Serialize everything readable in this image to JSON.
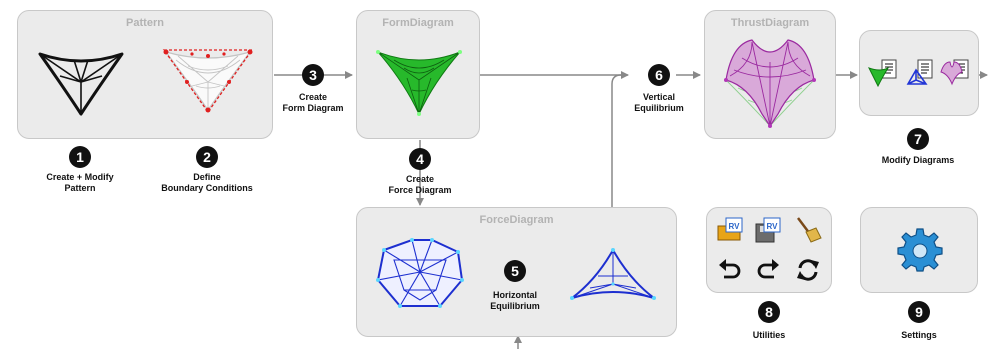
{
  "panels": {
    "pattern": "Pattern",
    "form": "FormDiagram",
    "thrust": "ThrustDiagram",
    "force": "ForceDiagram"
  },
  "steps": [
    {
      "num": "1",
      "line1": "Create + Modify",
      "line2": "Pattern"
    },
    {
      "num": "2",
      "line1": "Define",
      "line2": "Boundary Conditions"
    },
    {
      "num": "3",
      "line1": "Create",
      "line2": "Form Diagram"
    },
    {
      "num": "4",
      "line1": "Create",
      "line2": "Force Diagram"
    },
    {
      "num": "5",
      "line1": "Horizontal",
      "line2": "Equilibrium"
    },
    {
      "num": "6",
      "line1": "Vertical",
      "line2": "Equilibrium"
    },
    {
      "num": "7",
      "line1": "Modify Diagrams",
      "line2": ""
    },
    {
      "num": "8",
      "line1": "Utilities",
      "line2": ""
    },
    {
      "num": "9",
      "line1": "Settings",
      "line2": ""
    }
  ],
  "utility_icons": [
    "open-rv-icon",
    "save-rv-icon",
    "clear-broom-icon",
    "undo-icon",
    "redo-icon",
    "refresh-icon"
  ],
  "settings_icon": "gear-icon",
  "colors": {
    "form": "#27b92b",
    "force": "#2236d6",
    "thrust": "#b236b8",
    "boundary": "#e02020",
    "panel_bg": "#ebebeb",
    "panel_border": "#c8c8c8"
  }
}
